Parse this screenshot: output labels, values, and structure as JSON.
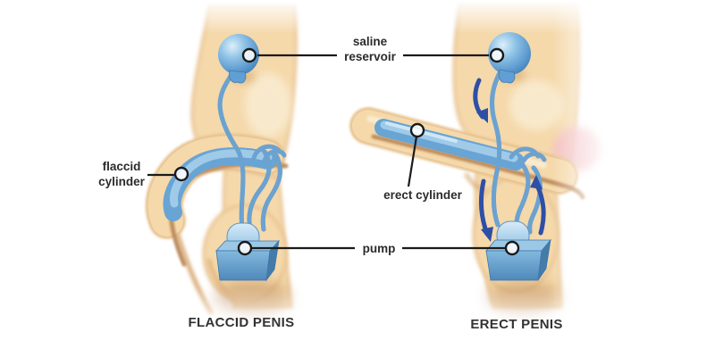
{
  "figures": {
    "flaccid": {
      "caption": "FLACCID PENIS",
      "cylinder_label_line1": "flaccid",
      "cylinder_label_line2": "cylinder"
    },
    "erect": {
      "caption": "ERECT PENIS",
      "cylinder_label": "erect cylinder"
    }
  },
  "shared_labels": {
    "reservoir_line1": "saline",
    "reservoir_line2": "reservoir",
    "pump": "pump"
  },
  "colors": {
    "background": "#ffffff",
    "skin": "#f5d9ab",
    "skin_shade": "#d9ab76",
    "implant_blue": "#68a4d4",
    "implant_light": "#a9d2ec",
    "implant_dark": "#3d77ad",
    "tube_blue": "#6ca2cf",
    "arrow_blue": "#2e4fa5",
    "shaft_line_brown": "#bc8a5c",
    "pink_blush": "#f3bcc2",
    "label_text": "#2b2b2b",
    "callout_line": "#1a1a1a"
  }
}
